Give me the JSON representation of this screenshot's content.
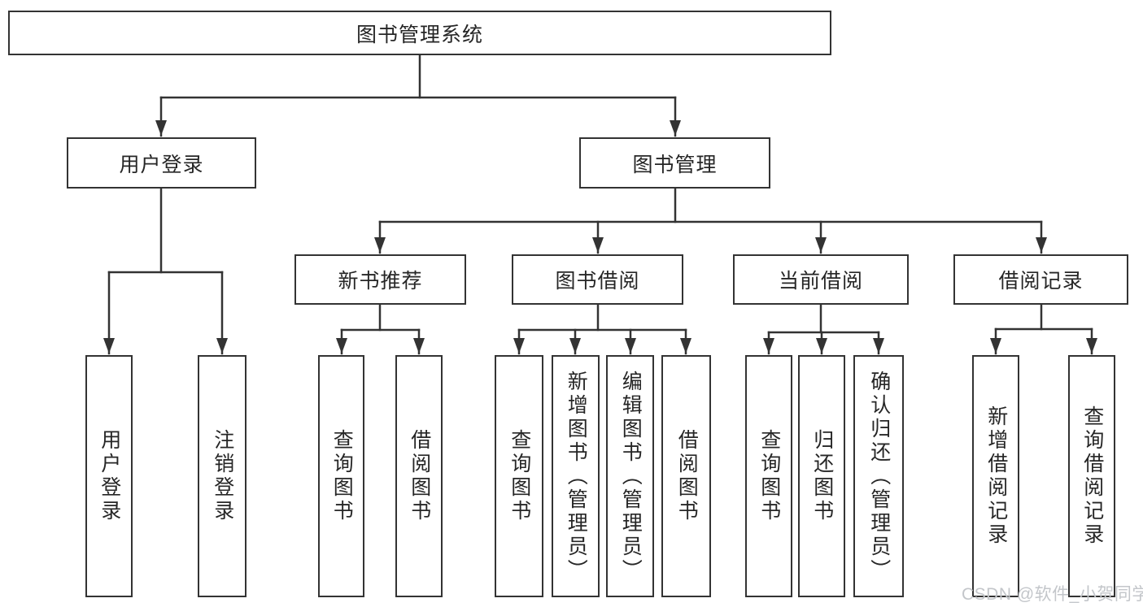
{
  "diagram": {
    "title": "图书管理系统",
    "level2": {
      "user_login": "用户登录",
      "book_mgmt": "图书管理"
    },
    "level3": {
      "new_books": "新书推荐",
      "book_borrow": "图书借阅",
      "current_borrow": "当前借阅",
      "borrow_records": "借阅记录"
    },
    "leaves": {
      "user_login": "用户登录",
      "logout": "注销登录",
      "nb_query": "查询图书",
      "nb_borrow": "借阅图书",
      "bb_query": "查询图书",
      "bb_add": "新增图书（管理员）",
      "bb_edit": "编辑图书（管理员）",
      "bb_borrow": "借阅图书",
      "cb_query": "查询图书",
      "cb_return": "归还图书",
      "cb_confirm": "确认归还（管理员）",
      "br_add": "新增借阅记录",
      "br_query": "查询借阅记录"
    }
  },
  "watermark": "CSDN @软件_小贺同学",
  "colors": {
    "line": "#333333",
    "text": "#262626",
    "watermark": "#c3c6ca"
  }
}
